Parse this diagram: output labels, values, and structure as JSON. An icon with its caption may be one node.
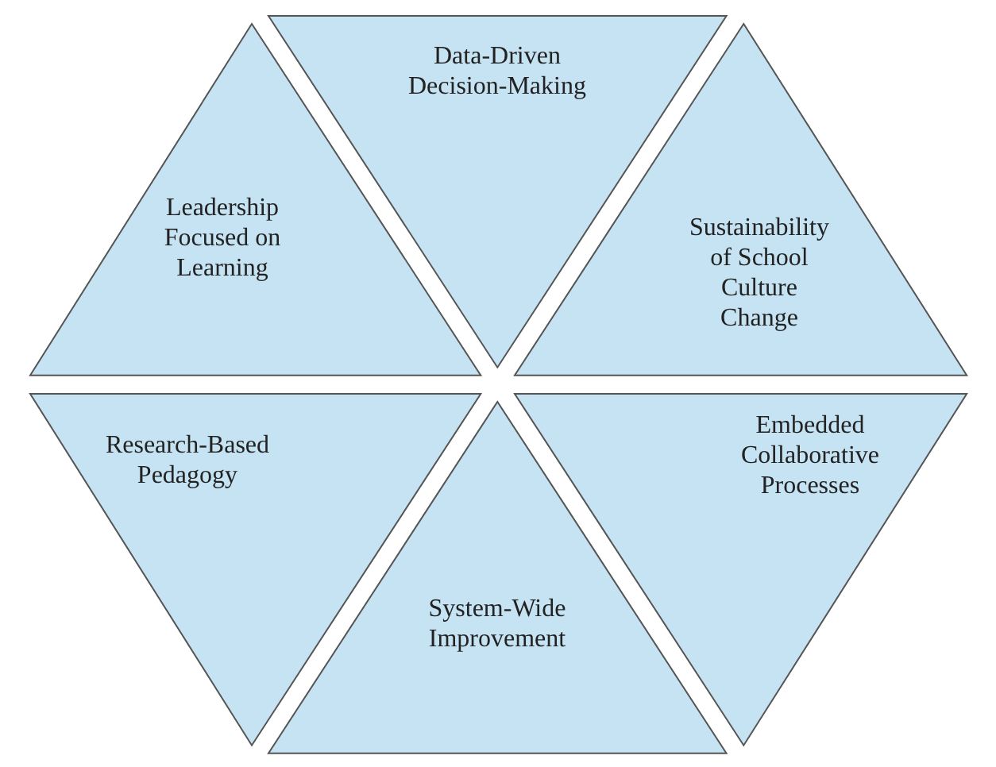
{
  "diagram": {
    "nodes": [
      {
        "text": [
          "Data-Driven Decision-Making"
        ]
      },
      {
        "text": [
          "Leadership Focused on Learning"
        ]
      },
      {
        "text": [
          "Sustainability of School Culture Change"
        ]
      },
      {
        "text": [
          "Research-Based Pedagogy"
        ]
      },
      {
        "text": [
          "Embedded Collaborative Processes"
        ]
      },
      {
        "text": [
          "System-Wide Improvement"
        ]
      }
    ],
    "edges": []
  }
}
